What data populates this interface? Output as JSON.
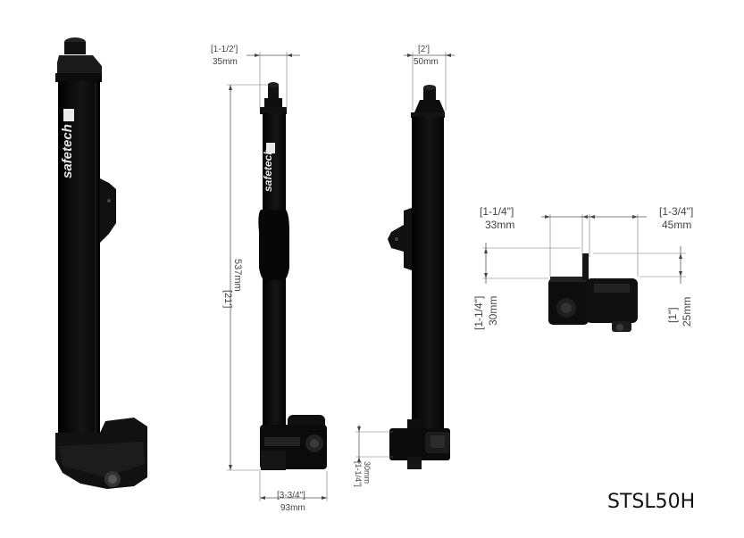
{
  "model_number": "STSL50H",
  "brand": {
    "wordmark": "safetech"
  },
  "dimensions": {
    "front_width": {
      "imperial": "[1-1/2']",
      "metric": "35mm"
    },
    "front_height": {
      "imperial": "[21']",
      "metric": "537mm"
    },
    "front_base_width": {
      "imperial": "[3-3/4\"]",
      "metric": "93mm"
    },
    "side_width": {
      "imperial": "[2']",
      "metric": "50mm"
    },
    "side_base_height": {
      "imperial": "[1-1/4\"]",
      "metric": "30mm"
    },
    "detail_left_width": {
      "imperial": "[1-1/4\"]",
      "metric": "33mm"
    },
    "detail_right_width": {
      "imperial": "[1-3/4\"]",
      "metric": "45mm"
    },
    "detail_left_height": {
      "imperial": "[1-1/4\"]",
      "metric": "30mm"
    },
    "detail_right_height": {
      "imperial": "[1\"]",
      "metric": "25mm"
    }
  },
  "colors": {
    "product": "#0d0d0d",
    "product_highlight": "#2a2a2a",
    "dimension": "#555555"
  }
}
